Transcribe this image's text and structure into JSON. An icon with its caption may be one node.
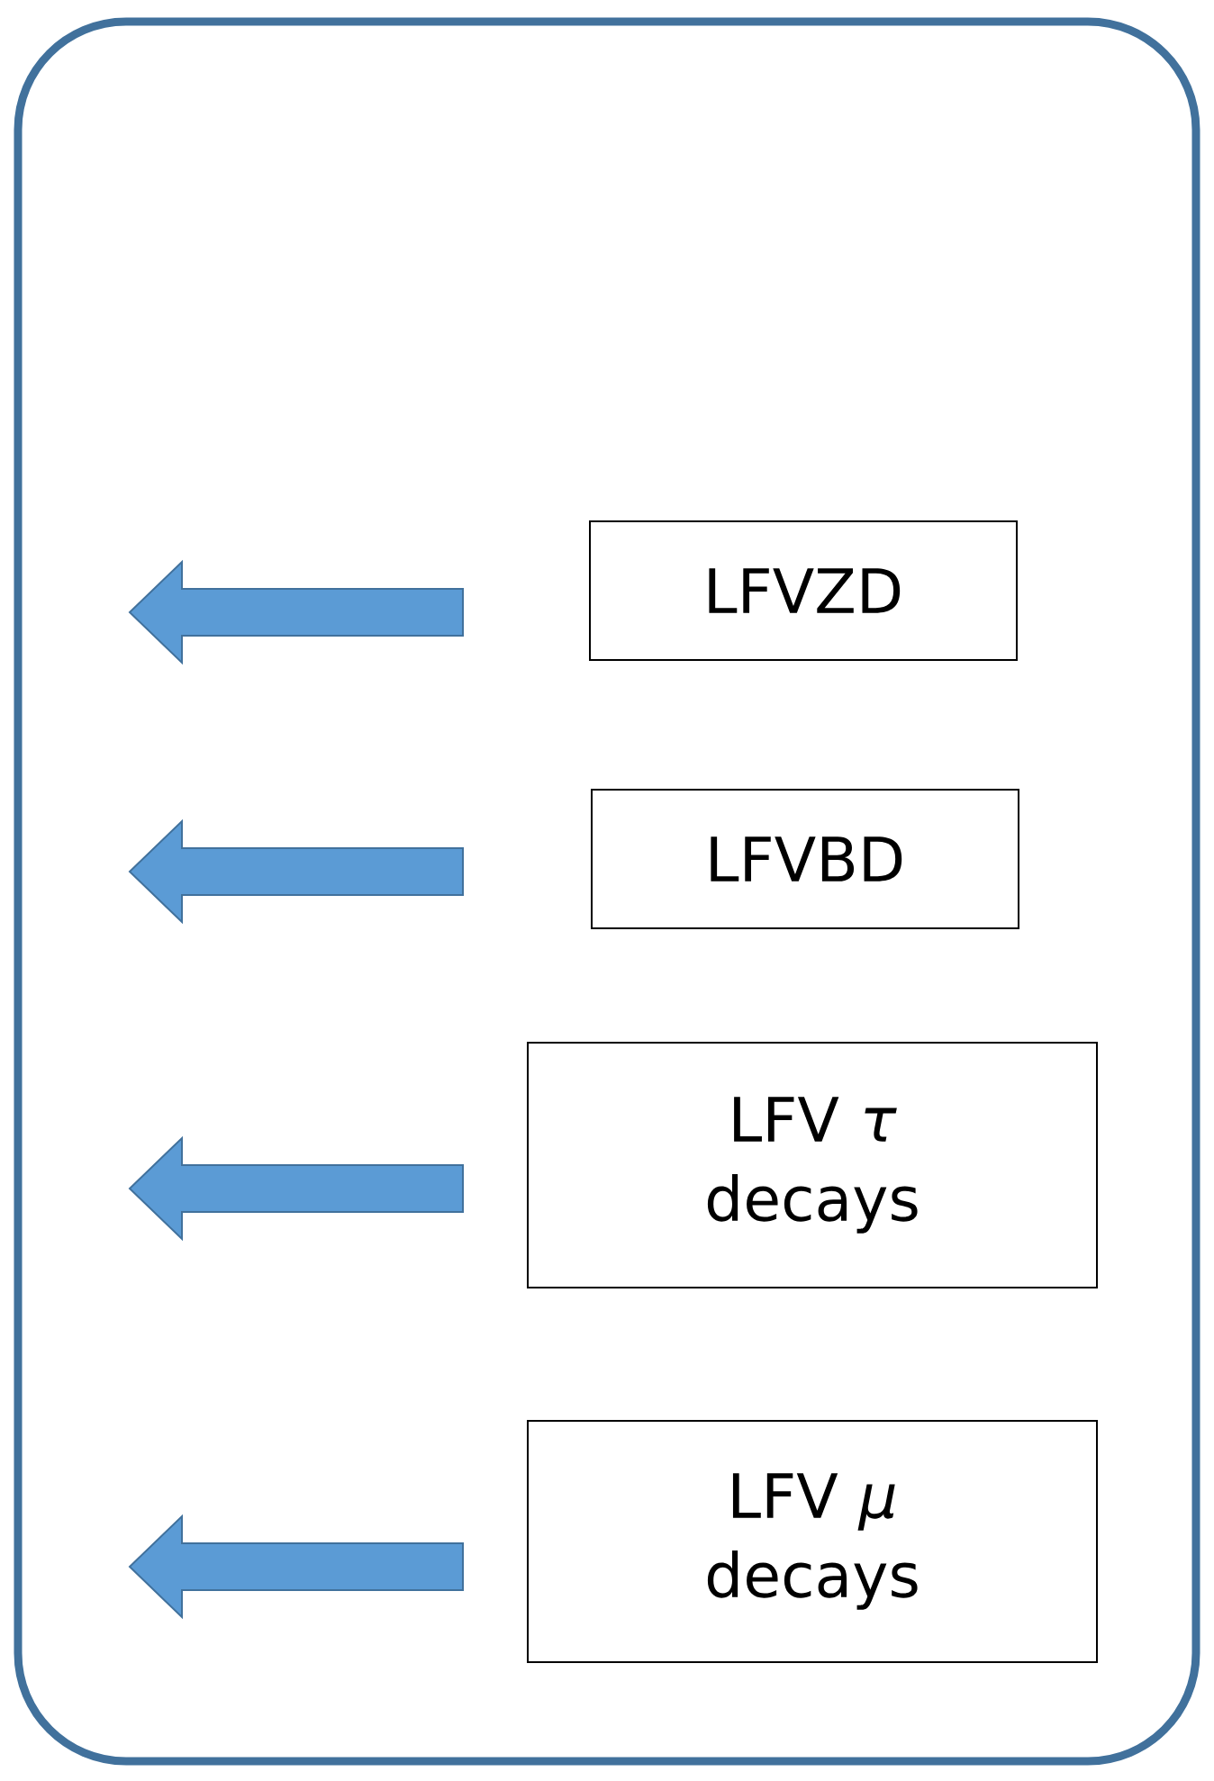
{
  "diagram": {
    "nodes": [
      {
        "text": [],
        "shape": "box"
      },
      {
        "text": [
          "LFVZD"
        ],
        "in": 0
      },
      {
        "text": [
          "LFVBD"
        ],
        "in": 0
      },
      {
        "text": [
          "LFV *τ* decays"
        ],
        "in": 0
      },
      {
        "text": [
          "LFV *μ* decays"
        ],
        "in": 0
      }
    ]
  }
}
